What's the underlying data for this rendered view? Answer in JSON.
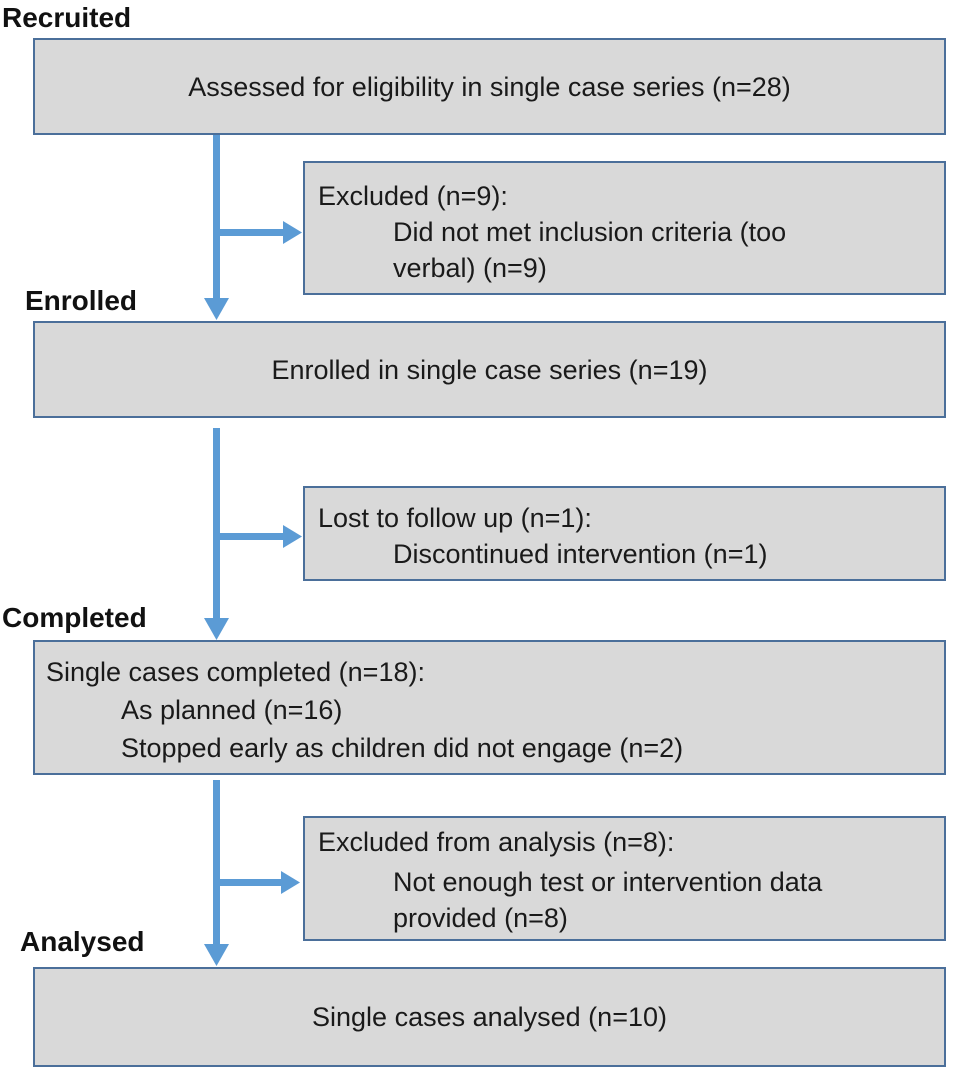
{
  "stages": {
    "recruited": "Recruited",
    "enrolled": "Enrolled",
    "completed": "Completed",
    "analysed": "Analysed"
  },
  "boxes": {
    "assessed": "Assessed for eligibility in single case series (n=28)",
    "excluded_eligibility": {
      "title": "Excluded (n=9):",
      "detail_line1": "Did not met inclusion criteria (too",
      "detail_line2": "verbal) (n=9)"
    },
    "enrolled": "Enrolled in single case series (n=19)",
    "lost_follow_up": {
      "title": "Lost to follow up (n=1):",
      "detail": "Discontinued intervention (n=1)"
    },
    "completed": {
      "title": "Single cases completed (n=18):",
      "item1": "As planned (n=16)",
      "item2": "Stopped early as children did not engage (n=2)"
    },
    "excluded_analysis": {
      "title": "Excluded from analysis (n=8):",
      "detail_line1": "Not enough test or intervention data",
      "detail_line2": "provided (n=8)"
    },
    "analysed": "Single cases analysed (n=10)"
  },
  "colors": {
    "box_fill": "#d9d9d9",
    "box_border": "#4b6f9a",
    "arrow": "#5b9bd5"
  }
}
